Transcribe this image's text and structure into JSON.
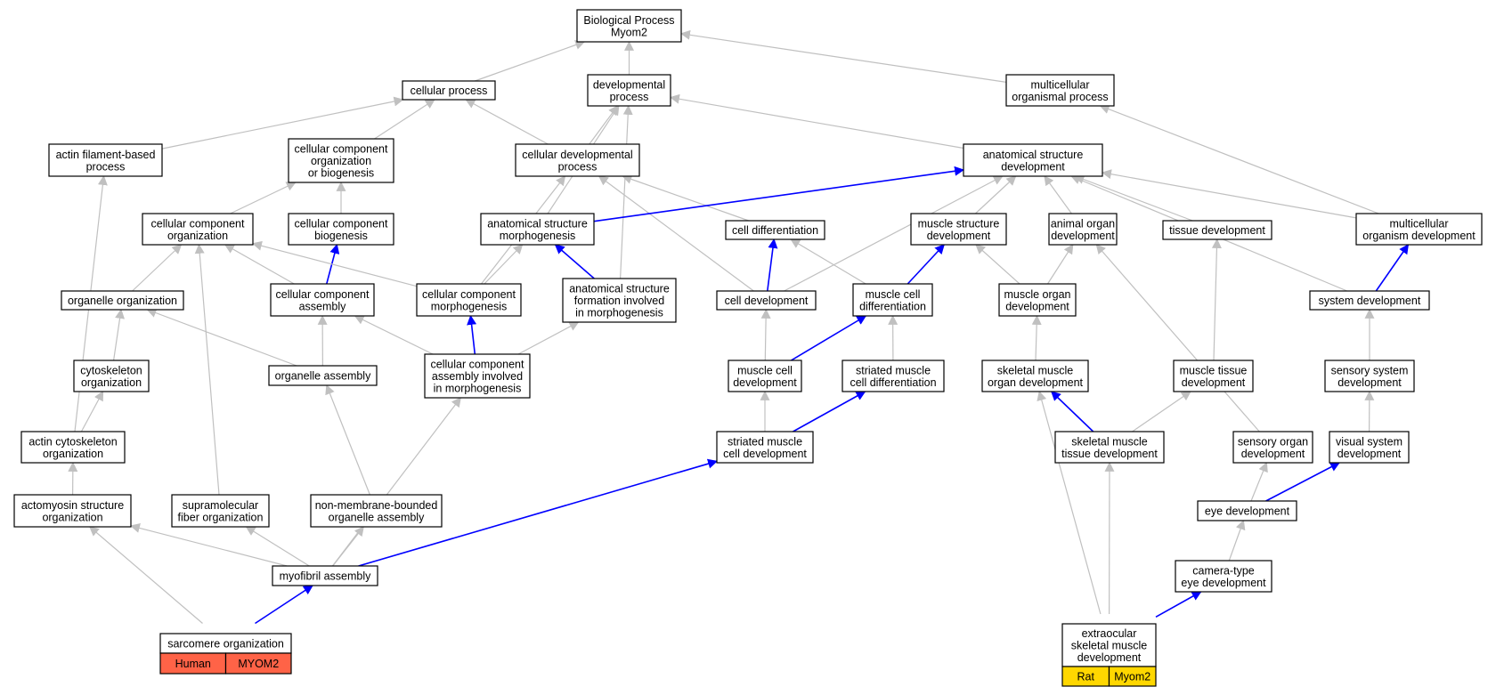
{
  "title": "Biological Process Myom2",
  "colors": {
    "edge_default": "#c0c0c0",
    "edge_highlight": "#0000ff",
    "human_tag": "#ff6347",
    "rat_tag": "#ffd700",
    "node_border": "#000000"
  },
  "nodes": {
    "bp": {
      "lines": [
        "Biological Process",
        "Myom2"
      ]
    },
    "cellproc": {
      "lines": [
        "cellular process"
      ]
    },
    "devproc": {
      "lines": [
        "developmental",
        "process"
      ]
    },
    "multiproc": {
      "lines": [
        "multicellular",
        "organismal process"
      ]
    },
    "actinproc": {
      "lines": [
        "actin filament-based",
        "process"
      ]
    },
    "ccob": {
      "lines": [
        "cellular component",
        "organization",
        "or biogenesis"
      ]
    },
    "celldevproc": {
      "lines": [
        "cellular developmental",
        "process"
      ]
    },
    "asd": {
      "lines": [
        "anatomical structure",
        "development"
      ]
    },
    "cco": {
      "lines": [
        "cellular component",
        "organization"
      ]
    },
    "ccb": {
      "lines": [
        "cellular component",
        "biogenesis"
      ]
    },
    "asm": {
      "lines": [
        "anatomical structure",
        "morphogenesis"
      ]
    },
    "celldiff": {
      "lines": [
        "cell differentiation"
      ]
    },
    "msd": {
      "lines": [
        "muscle structure",
        "development"
      ]
    },
    "aod": {
      "lines": [
        "animal organ",
        "development"
      ]
    },
    "tissuedev": {
      "lines": [
        "tissue development"
      ]
    },
    "mod": {
      "lines": [
        "multicellular",
        "organism development"
      ]
    },
    "orgorg": {
      "lines": [
        "organelle organization"
      ]
    },
    "cca": {
      "lines": [
        "cellular component",
        "assembly"
      ]
    },
    "ccm": {
      "lines": [
        "cellular component",
        "morphogenesis"
      ]
    },
    "asfm": {
      "lines": [
        "anatomical structure",
        "formation involved",
        "in morphogenesis"
      ]
    },
    "celldev": {
      "lines": [
        "cell development"
      ]
    },
    "mcd": {
      "lines": [
        "muscle cell",
        "differentiation"
      ]
    },
    "muscleorgdev": {
      "lines": [
        "muscle organ",
        "development"
      ]
    },
    "sysdev": {
      "lines": [
        "system development"
      ]
    },
    "cytoorg": {
      "lines": [
        "cytoskeleton",
        "organization"
      ]
    },
    "orgasm": {
      "lines": [
        "organelle assembly"
      ]
    },
    "ccaim": {
      "lines": [
        "cellular component",
        "assembly involved",
        "in morphogenesis"
      ]
    },
    "mcdev": {
      "lines": [
        "muscle cell",
        "development"
      ]
    },
    "smcd": {
      "lines": [
        "striated muscle",
        "cell differentiation"
      ]
    },
    "skmod": {
      "lines": [
        "skeletal muscle",
        "organ development"
      ]
    },
    "mtd": {
      "lines": [
        "muscle tissue",
        "development"
      ]
    },
    "ssd": {
      "lines": [
        "sensory system",
        "development"
      ]
    },
    "actcyto": {
      "lines": [
        "actin cytoskeleton",
        "organization"
      ]
    },
    "smcdev": {
      "lines": [
        "striated muscle",
        "cell development"
      ]
    },
    "skmtd": {
      "lines": [
        "skeletal muscle",
        "tissue development"
      ]
    },
    "sensorgdev": {
      "lines": [
        "sensory organ",
        "development"
      ]
    },
    "vsd": {
      "lines": [
        "visual system",
        "development"
      ]
    },
    "actomyo": {
      "lines": [
        "actomyosin structure",
        "organization"
      ]
    },
    "suprafib": {
      "lines": [
        "supramolecular",
        "fiber organization"
      ]
    },
    "nmboa": {
      "lines": [
        "non-membrane-bounded",
        "organelle assembly"
      ]
    },
    "eyedev": {
      "lines": [
        "eye development"
      ]
    },
    "myofib": {
      "lines": [
        "myofibril assembly"
      ]
    },
    "cameye": {
      "lines": [
        "camera-type",
        "eye development"
      ]
    },
    "sarc": {
      "lines": [
        "sarcomere organization"
      ]
    },
    "eoc": {
      "lines": [
        "extraocular",
        "skeletal muscle",
        "development"
      ]
    }
  },
  "annotations": {
    "sarc": {
      "species": "Human",
      "gene": "MYOM2"
    },
    "eoc": {
      "species": "Rat",
      "gene": "Myom2"
    }
  },
  "edges": [
    [
      "cellproc",
      "bp",
      "gray"
    ],
    [
      "devproc",
      "bp",
      "gray"
    ],
    [
      "multiproc",
      "bp",
      "gray"
    ],
    [
      "actinproc",
      "cellproc",
      "gray"
    ],
    [
      "ccob",
      "cellproc",
      "gray"
    ],
    [
      "celldevproc",
      "cellproc",
      "gray"
    ],
    [
      "celldevproc",
      "devproc",
      "gray"
    ],
    [
      "asd",
      "devproc",
      "gray"
    ],
    [
      "asm",
      "devproc",
      "gray"
    ],
    [
      "asfm",
      "devproc",
      "gray"
    ],
    [
      "mod",
      "multiproc",
      "gray"
    ],
    [
      "cco",
      "ccob",
      "gray"
    ],
    [
      "ccb",
      "ccob",
      "gray"
    ],
    [
      "celldiff",
      "celldevproc",
      "gray"
    ],
    [
      "ccm",
      "celldevproc",
      "gray"
    ],
    [
      "celldev",
      "celldevproc",
      "gray"
    ],
    [
      "asm",
      "asd",
      "blue"
    ],
    [
      "msd",
      "asd",
      "gray"
    ],
    [
      "aod",
      "asd",
      "gray"
    ],
    [
      "tissuedev",
      "asd",
      "gray"
    ],
    [
      "mod",
      "asd",
      "gray"
    ],
    [
      "celldev",
      "asd",
      "gray"
    ],
    [
      "sysdev",
      "asd",
      "gray"
    ],
    [
      "cca",
      "ccb",
      "blue"
    ],
    [
      "orgorg",
      "cco",
      "gray"
    ],
    [
      "cca",
      "cco",
      "gray"
    ],
    [
      "ccm",
      "cco",
      "gray"
    ],
    [
      "suprafib",
      "cco",
      "gray"
    ],
    [
      "ccm",
      "asm",
      "gray"
    ],
    [
      "asfm",
      "asm",
      "blue"
    ],
    [
      "celldev",
      "celldiff",
      "blue"
    ],
    [
      "mcd",
      "celldiff",
      "gray"
    ],
    [
      "mcd",
      "msd",
      "blue"
    ],
    [
      "muscleorgdev",
      "msd",
      "gray"
    ],
    [
      "muscleorgdev",
      "aod",
      "gray"
    ],
    [
      "sensorgdev",
      "aod",
      "gray"
    ],
    [
      "mtd",
      "tissuedev",
      "gray"
    ],
    [
      "sysdev",
      "mod",
      "blue"
    ],
    [
      "cytoorg",
      "orgorg",
      "gray"
    ],
    [
      "orgasm",
      "orgorg",
      "gray"
    ],
    [
      "orgasm",
      "cca",
      "gray"
    ],
    [
      "ccaim",
      "cca",
      "gray"
    ],
    [
      "ccaim",
      "ccm",
      "blue"
    ],
    [
      "ccaim",
      "asfm",
      "gray"
    ],
    [
      "mcdev",
      "celldev",
      "gray"
    ],
    [
      "mcdev",
      "mcd",
      "blue"
    ],
    [
      "smcd",
      "mcd",
      "gray"
    ],
    [
      "skmod",
      "muscleorgdev",
      "gray"
    ],
    [
      "ssd",
      "sysdev",
      "gray"
    ],
    [
      "actcyto",
      "cytoorg",
      "gray"
    ],
    [
      "actcyto",
      "actinproc",
      "gray"
    ],
    [
      "nmboa",
      "orgasm",
      "gray"
    ],
    [
      "myofib",
      "ccaim",
      "gray"
    ],
    [
      "smcdev",
      "mcdev",
      "gray"
    ],
    [
      "smcdev",
      "smcd",
      "blue"
    ],
    [
      "skmtd",
      "skmod",
      "blue"
    ],
    [
      "skmtd",
      "mtd",
      "gray"
    ],
    [
      "vsd",
      "ssd",
      "gray"
    ],
    [
      "actomyo",
      "actcyto",
      "gray"
    ],
    [
      "myofib",
      "smcdev",
      "blue"
    ],
    [
      "eoc",
      "skmtd",
      "gray"
    ],
    [
      "eoc",
      "skmod",
      "gray"
    ],
    [
      "eyedev",
      "sensorgdev",
      "gray"
    ],
    [
      "eyedev",
      "vsd",
      "blue"
    ],
    [
      "myofib",
      "actomyo",
      "gray"
    ],
    [
      "myofib",
      "suprafib",
      "gray"
    ],
    [
      "myofib",
      "nmboa",
      "gray"
    ],
    [
      "sarc",
      "myofib",
      "blue"
    ],
    [
      "sarc",
      "actomyo",
      "gray"
    ],
    [
      "cameye",
      "eyedev",
      "gray"
    ],
    [
      "eoc",
      "cameye",
      "blue"
    ]
  ]
}
